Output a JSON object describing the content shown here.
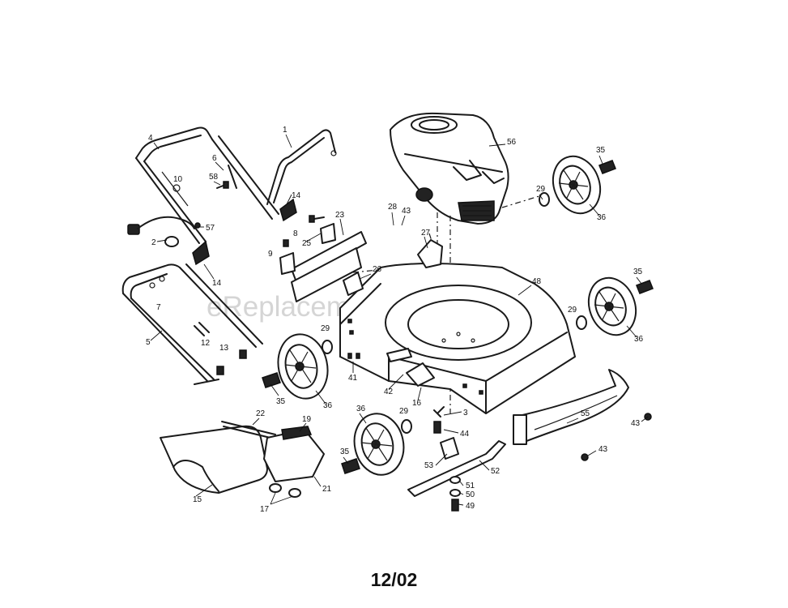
{
  "watermark": "eReplacementParts.com",
  "date_code": "12/02",
  "callouts": [
    "1",
    "2",
    "3",
    "4",
    "5",
    "6",
    "7",
    "8",
    "9",
    "10",
    "12",
    "13",
    "14",
    "14",
    "15",
    "16",
    "17",
    "19",
    "21",
    "22",
    "23",
    "25",
    "26",
    "27",
    "28",
    "29",
    "29",
    "29",
    "29",
    "35",
    "35",
    "35",
    "35",
    "36",
    "36",
    "36",
    "36",
    "41",
    "42",
    "43",
    "43",
    "43",
    "44",
    "48",
    "49",
    "50",
    "51",
    "52",
    "53",
    "55",
    "56",
    "57",
    "58"
  ]
}
